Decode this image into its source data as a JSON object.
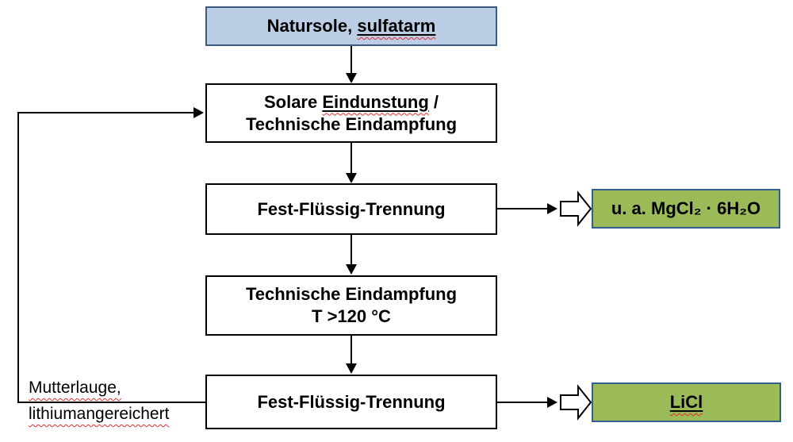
{
  "nodes": {
    "natursole": {
      "text_prefix": "Natursole,",
      "text_underlined": "sulfatarm"
    },
    "solare": {
      "line1_word1": "Solare",
      "line1_underlined": "Eindunstung",
      "line1_suffix": "/",
      "line2": "Technische Eindampfung"
    },
    "fest_fluessig_1": {
      "label": "Fest-Flüssig-Trennung"
    },
    "eindampfung": {
      "line1": "Technische Eindampfung",
      "line2": "T >120 °C"
    },
    "fest_fluessig_2": {
      "label": "Fest-Flüssig-Trennung"
    },
    "mgcl2_output": {
      "label": "u. a. MgCl₂ · 6H₂O"
    },
    "licl_output": {
      "label": "LiCl"
    }
  },
  "recycle_label": {
    "line1": "Mutterlauge,",
    "line2": "lithiumangereichert"
  },
  "colors": {
    "input_fill": "#bccee6",
    "input_border": "#3c5a80",
    "process_fill": "#ffffff",
    "process_border": "#000000",
    "output_fill": "#9bbb59",
    "output_border": "#365f91",
    "arrow": "#000000",
    "spellcheck_squiggle": "#e03030"
  }
}
